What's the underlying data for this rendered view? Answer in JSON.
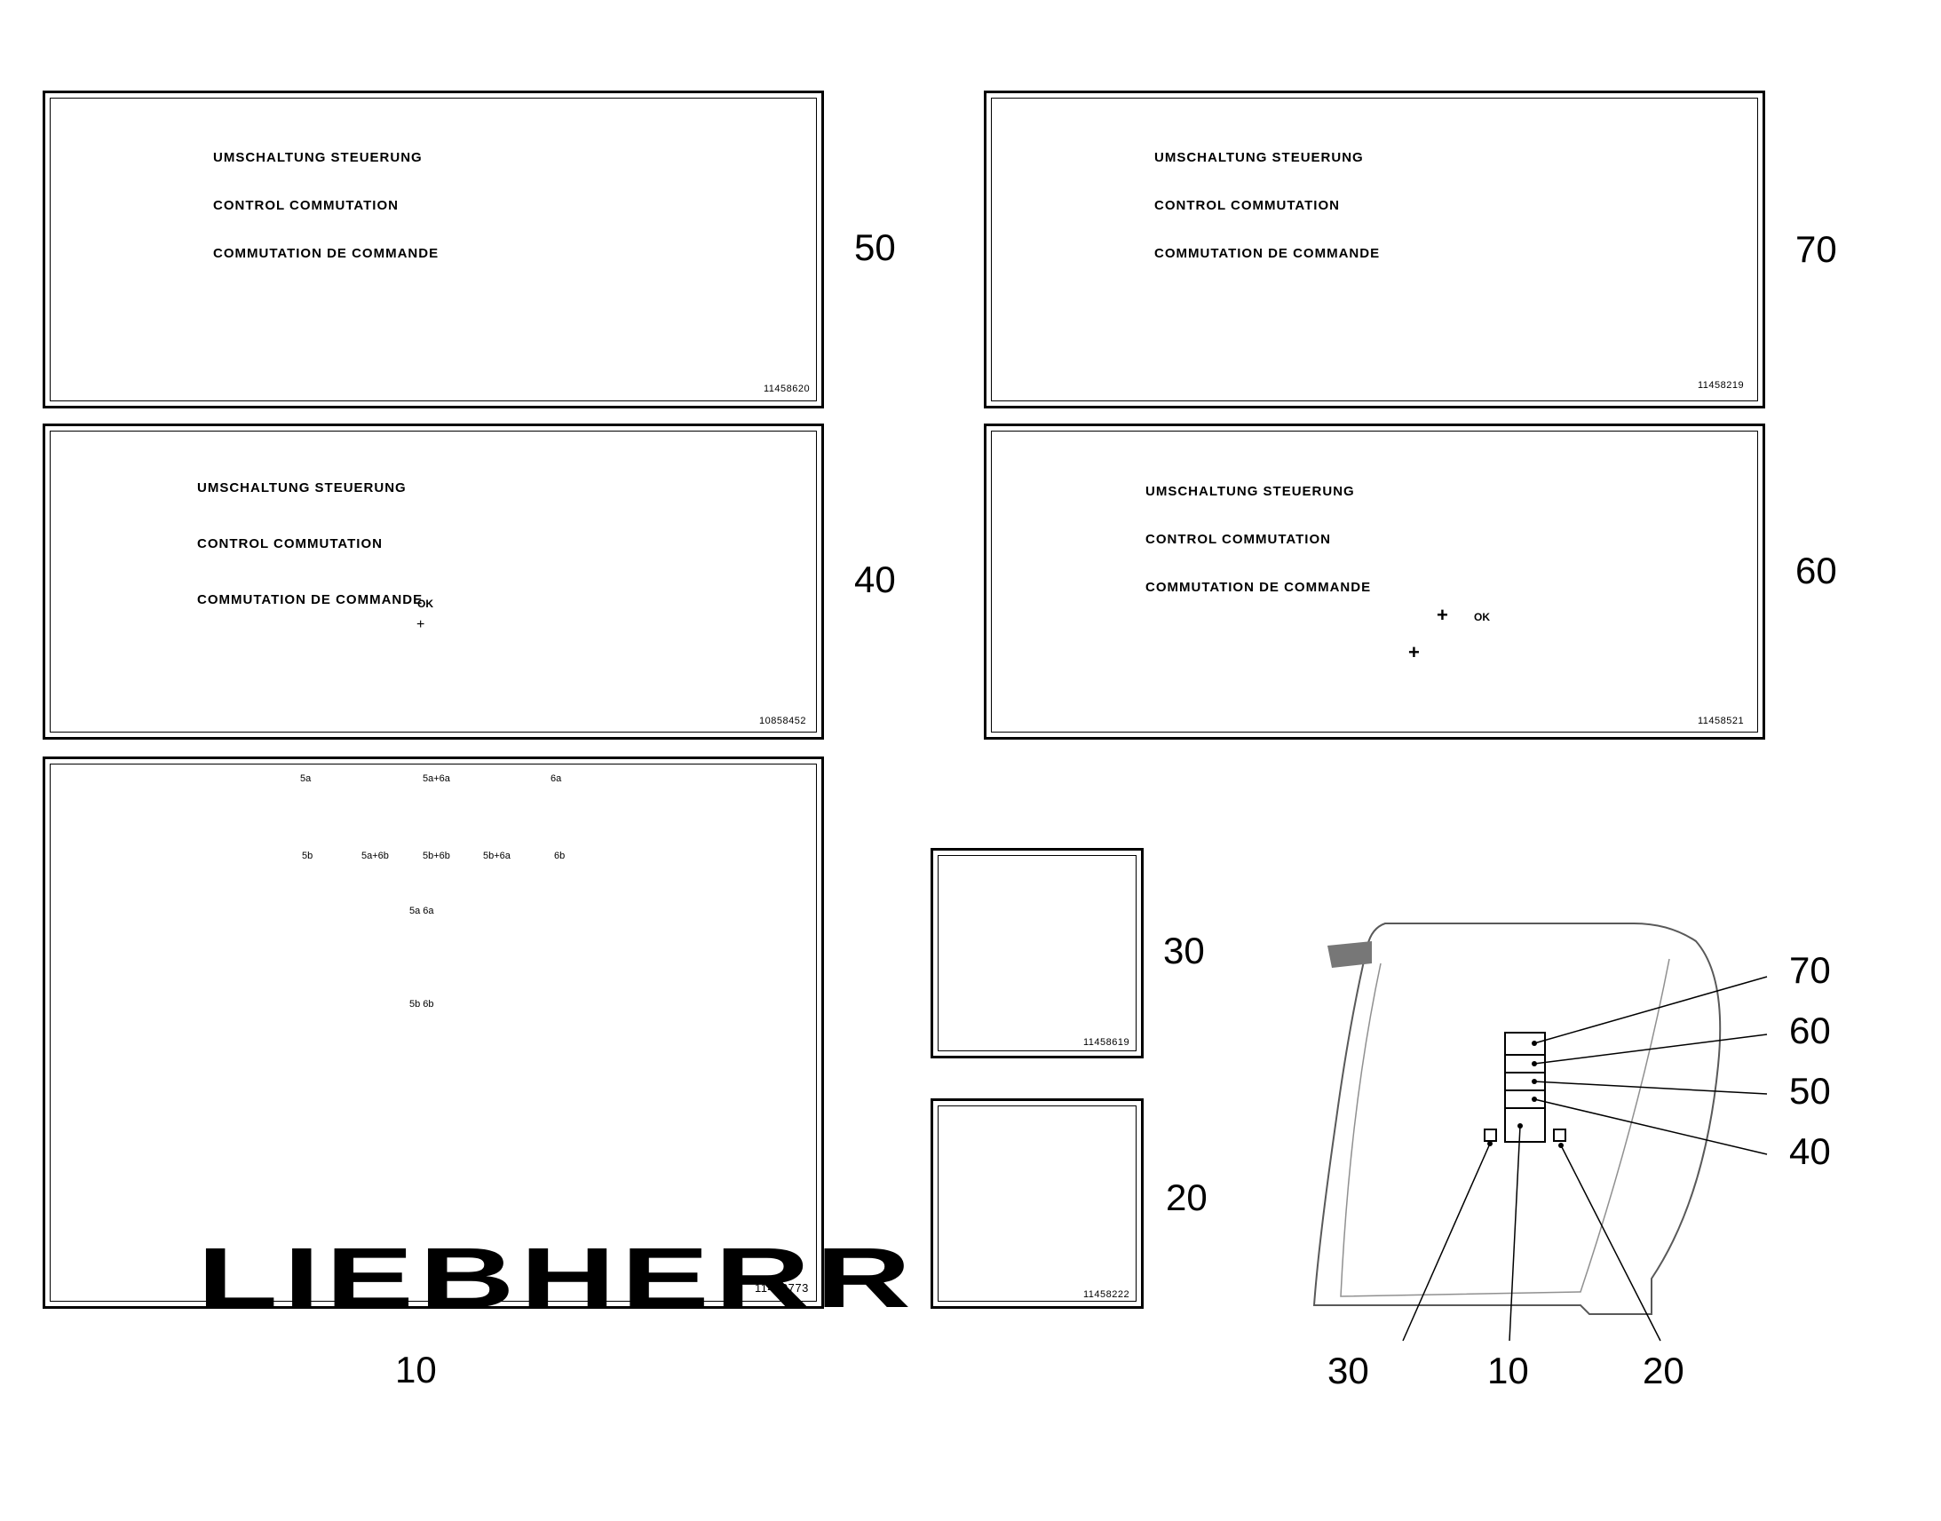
{
  "header_lines": [
    "UMSCHALTUNG STEUERUNG",
    "CONTROL COMMUTATION",
    "COMMUTATION DE COMMANDE"
  ],
  "decals": {
    "d50": {
      "part_no": "11458620",
      "callout": "50"
    },
    "d70": {
      "part_no": "11458219",
      "callout": "70"
    },
    "d40": {
      "part_no": "10858452",
      "callout": "40"
    },
    "d60": {
      "part_no": "11458521",
      "callout": "60"
    },
    "d10": {
      "part_no": "11459773",
      "callout": "10",
      "brand": "LIEBHERR",
      "track_labels_top": [
        "5a",
        "5a+6a",
        "6a"
      ],
      "track_labels_bottom": [
        "5b",
        "5a+6b",
        "5b+6b",
        "5b+6a",
        "6b"
      ],
      "pedal_labels_top": "5a 6a",
      "pedal_labels_bottom": "5b 6b"
    },
    "d30": {
      "part_no": "11458619",
      "callout": "30"
    },
    "d20": {
      "part_no": "11458222",
      "callout": "20"
    }
  },
  "cab_callouts": [
    "70",
    "60",
    "50",
    "40",
    "30",
    "10",
    "20"
  ],
  "ok_label": "OK",
  "plus_sign": "+"
}
